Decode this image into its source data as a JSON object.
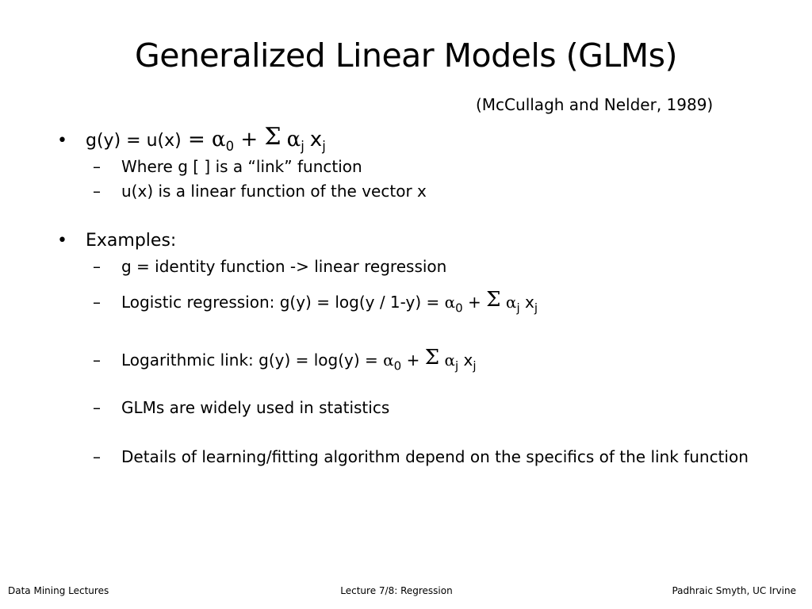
{
  "title": "Generalized Linear Models (GLMs)",
  "citation": "(McCullagh and Nelder, 1989)",
  "bullet_glyph": "•",
  "dash_glyph": "–",
  "eq1": {
    "lhs": "g(y) =   u(x)",
    "eq": " = ",
    "alpha": "α",
    "zero": "0",
    "plus": " + ",
    "sigma": "Σ",
    "space": " ",
    "j": "j",
    "x": "x"
  },
  "sub1": "Where g [ ] is a “link” function",
  "sub2": "u(x) is a linear function of the vector x",
  "examples_label": "Examples:",
  "ex1": "g = identity function -> linear regression",
  "ex2": {
    "lhs": "Logistic regression: g(y) = log(y / 1-y)  = ",
    "alpha": "α",
    "zero": "0",
    "plus": " + ",
    "sigma": "Σ",
    "space": " ",
    "j": "j",
    "x": " x"
  },
  "ex3": {
    "lhs": "Logarithmic link:  g(y) = log(y) = ",
    "alpha": "α",
    "zero": "0",
    "plus": " + ",
    "sigma": "Σ",
    "space": " ",
    "j": "j",
    "x": " x"
  },
  "ex4": "GLMs are widely used in statistics",
  "ex5": "Details of learning/fitting algorithm depend on the specifics of the link function",
  "footer": {
    "left": "Data Mining Lectures",
    "center": "Lecture 7/8: Regression",
    "right": "Padhraic Smyth, UC Irvine"
  }
}
